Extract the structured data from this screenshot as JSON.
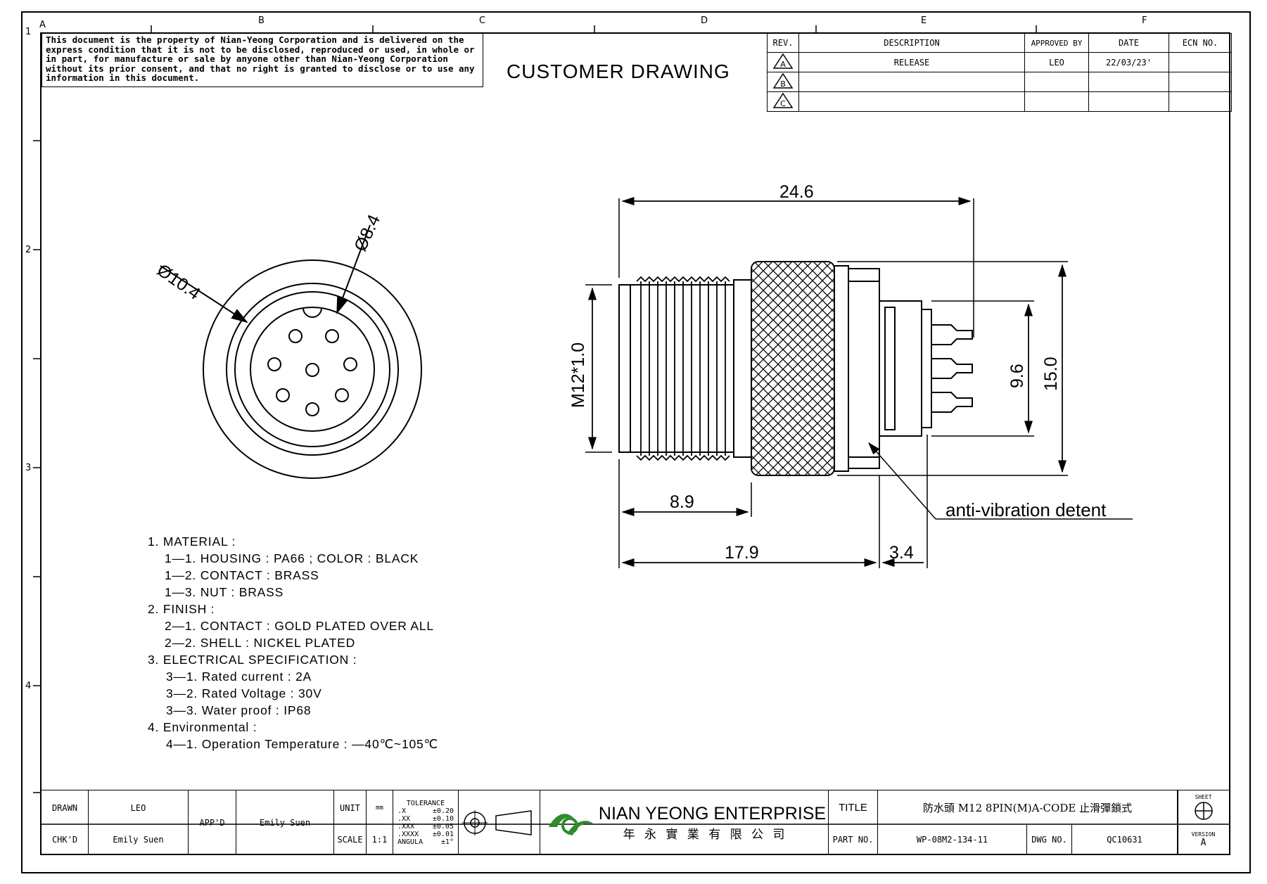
{
  "border": {
    "zone_letters": [
      "A",
      "B",
      "C",
      "D",
      "E",
      "F"
    ],
    "zone_numbers": [
      "1",
      "2",
      "3",
      "4"
    ]
  },
  "notice": "This document is the property of Nian-Yeong Corporation and is delivered on the express condition that it is not to be disclosed, reproduced or used, in whole or in part, for manufacture or sale by anyone other than Nian-Yeong Corporation without its prior consent, and that no right is granted to disclose or to use any information in this document.",
  "drawing_label": "CUSTOMER DRAWING",
  "revision_table": {
    "headers": [
      "REV.",
      "DESCRIPTION",
      "APPROVED BY",
      "DATE",
      "ECN NO."
    ],
    "rows": [
      {
        "rev": "A",
        "description": "RELEASE",
        "approved_by": "LEO",
        "date": "22/03/23'",
        "ecn": ""
      },
      {
        "rev": "B",
        "description": "",
        "approved_by": "",
        "date": "",
        "ecn": ""
      },
      {
        "rev": "C",
        "description": "",
        "approved_by": "",
        "date": "",
        "ecn": ""
      }
    ]
  },
  "front_view": {
    "dia_outer": "Ø10.4",
    "dia_inner": "Ø8.4"
  },
  "side_view": {
    "overall_length": "24.6",
    "thread": "M12*1.0",
    "thread_length": "8.9",
    "body_length": "17.9",
    "tail_length": "3.4",
    "height_inner": "9.6",
    "height_outer": "15.0",
    "callout": "anti-vibration detent"
  },
  "notes": [
    {
      "level": 1,
      "text": "1. MATERIAL :"
    },
    {
      "level": 2,
      "text": "1—1. HOUSING : PA66 ; COLOR : BLACK"
    },
    {
      "level": 2,
      "text": "1—2. CONTACT : BRASS"
    },
    {
      "level": 2,
      "text": "1—3. NUT : BRASS"
    },
    {
      "level": 1,
      "text": "2. FINISH :"
    },
    {
      "level": 2,
      "text": "2—1. CONTACT : GOLD PLATED OVER ALL"
    },
    {
      "level": 2,
      "text": "2—2. SHELL : NICKEL PLATED"
    },
    {
      "level": 1,
      "text": "3. ELECTRICAL SPECIFICATION :"
    },
    {
      "level": 3,
      "text": "3—1. Rated current : 2A"
    },
    {
      "level": 3,
      "text": "3—2. Rated Voltage : 30V"
    },
    {
      "level": 3,
      "text": "3—3. Water proof : IP68"
    },
    {
      "level": 1,
      "text": "4. Environmental :"
    },
    {
      "level": 3,
      "text": "4—1. Operation Temperature : —40℃~105℃"
    }
  ],
  "title_block": {
    "drawn_label": "DRAWN",
    "drawn_value": "LEO",
    "chkd_label": "CHK'D",
    "chkd_value": "Emily Suen",
    "appd_label": "APP'D",
    "appd_value": "Emily Suen",
    "unit_label": "UNIT",
    "unit_value": "mm",
    "scale_label": "SCALE",
    "scale_value": "1:1",
    "tolerance_title": "TOLERANCE",
    "tolerance": [
      {
        "k": ".X",
        "v": "±0.20"
      },
      {
        "k": ".XX",
        "v": "±0.10"
      },
      {
        "k": ".XXX",
        "v": "±0.05"
      },
      {
        "k": ".XXXX",
        "v": "±0.01"
      },
      {
        "k": "ANGULA",
        "v": "±1°"
      }
    ],
    "company_en": "NIAN YEONG ENTERPRISE",
    "company_zh": "年 永 實 業 有 限 公 司",
    "title_label": "TITLE",
    "title_value": "防水頭 M12 8PIN(M)A-CODE 止滑彈鎖式",
    "part_label": "PART NO.",
    "part_value": "WP-08M2-134-11",
    "dwg_label": "DWG NO.",
    "dwg_value": "QC10631",
    "sheet_label": "SHEET",
    "version_label": "VERSION",
    "version_value": "A"
  }
}
